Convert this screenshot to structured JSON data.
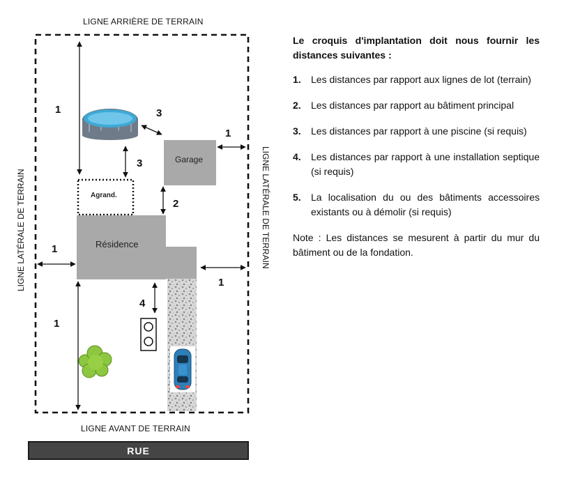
{
  "site": {
    "back_line": "LIGNE ARRIÈRE DE TERRAIN",
    "front_line": "LIGNE AVANT DE TERRAIN",
    "left_line": "LIGNE LATÉRALE DE TERRAIN",
    "right_line": "LIGNE LATÉRALE DE TERRAIN",
    "street": "RUE",
    "residence": "Résidence",
    "garage": "Garage",
    "extension": "Agrand.",
    "distance_numbers": {
      "pool_to_back": "1",
      "pool_to_garage": "3",
      "garage_to_side": "1",
      "pool_to_extension": "3",
      "garage_to_residence": "2",
      "residence_to_left": "1",
      "driveway_to_right": "1",
      "septic_to_residence": "4",
      "residence_to_front": "1"
    }
  },
  "panel": {
    "heading": "Le croquis d'implantation doit nous fournir les distances suivantes :",
    "items": [
      {
        "n": "1.",
        "text": "Les distances par rapport aux lignes de lot (terrain)"
      },
      {
        "n": "2.",
        "text": "Les distances par rapport au bâtiment principal"
      },
      {
        "n": "3.",
        "text": "Les distances par rapport à une piscine (si requis)"
      },
      {
        "n": "4.",
        "text": "Les distances par rapport à une installation septique (si requis)"
      },
      {
        "n": "5.",
        "text": "La localisation du ou des bâtiments accessoires existants ou à démolir (si requis)"
      }
    ],
    "note": "Note : Les distances se mesurent à partir du mur du bâtiment ou de la fondation."
  },
  "colors": {
    "building": "#a9a9a9",
    "street": "#454545",
    "tree": "#8dc63f",
    "car": "#2e7fb8"
  }
}
